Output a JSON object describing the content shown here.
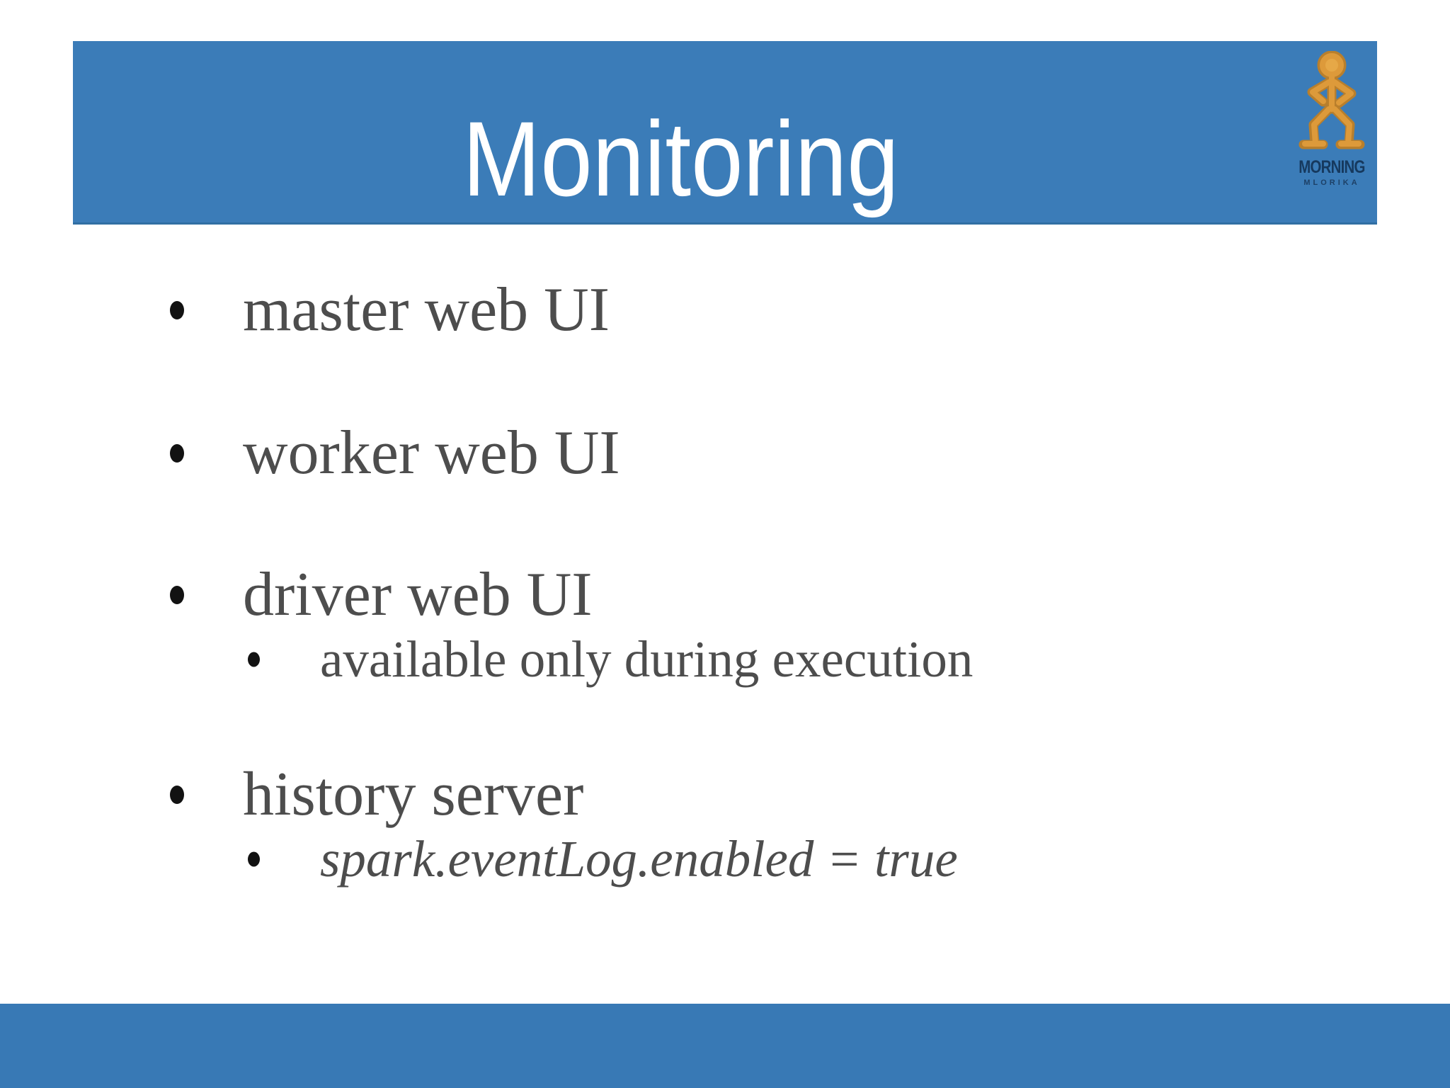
{
  "slide": {
    "title": "Monitoring",
    "colors": {
      "header_blue": "#3B7CB8",
      "footer_blue": "#3879B5",
      "bullet_text": "#4d4d4d",
      "title_text": "#ffffff",
      "logo_figure_orange": "#dd9a3a",
      "logo_text_navy": "#16395e"
    },
    "bullets": [
      {
        "label": "master web UI",
        "level": 1,
        "style": "normal"
      },
      {
        "label": "worker web UI",
        "level": 1,
        "style": "normal"
      },
      {
        "label": "driver web UI",
        "level": 1,
        "style": "normal"
      },
      {
        "label": "available only during execution",
        "level": 2,
        "style": "normal"
      },
      {
        "label": "history server",
        "level": 1,
        "style": "normal"
      },
      {
        "label": "spark.eventLog.enabled = true",
        "level": 2,
        "style": "italic"
      }
    ],
    "logo": {
      "primary": "MORNING",
      "secondary": "MLORIKA"
    }
  }
}
